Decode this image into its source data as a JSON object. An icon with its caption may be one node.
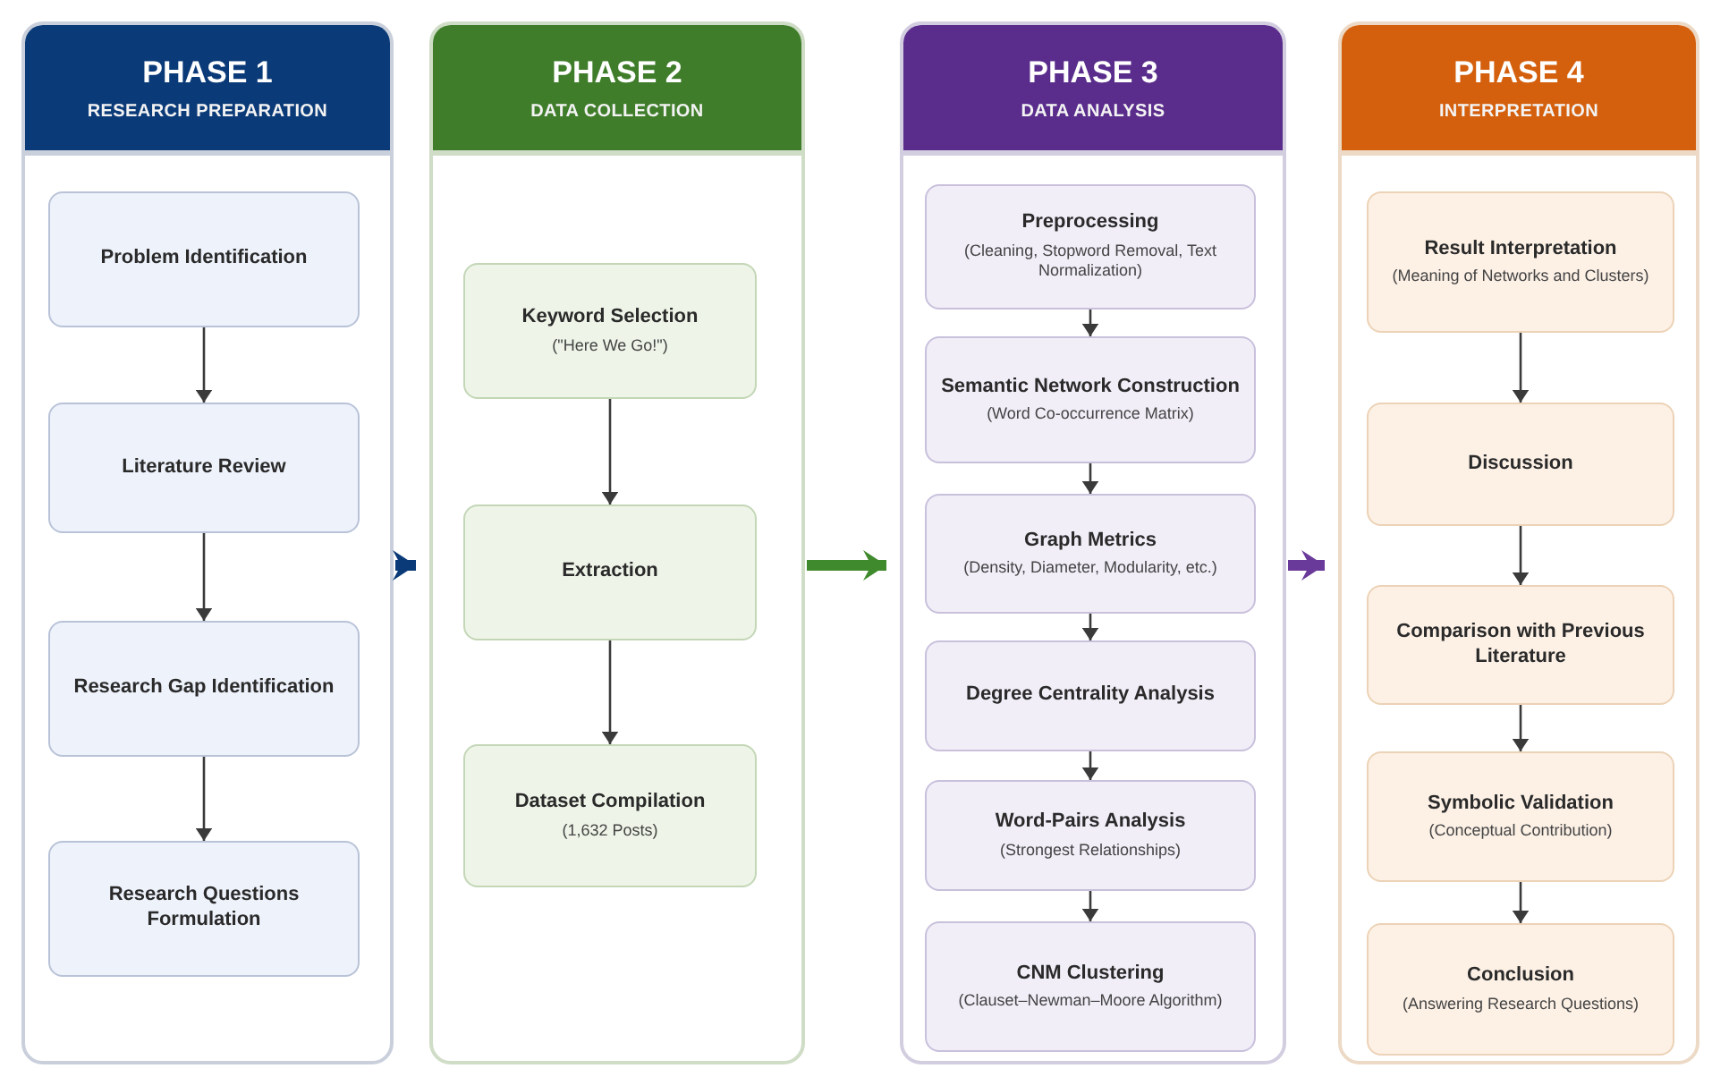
{
  "diagram": {
    "nodes": [
      {
        "text": [
          "PHASE 1",
          "RESEARCH PREPARATION"
        ]
      },
      {
        "text": [
          "Problem Identification"
        ],
        "in": 0
      },
      {
        "text": [
          "Literature Review"
        ],
        "in": 0
      },
      {
        "text": [
          "Research Gap Identification"
        ],
        "in": 0
      },
      {
        "text": [
          "Research Questions Formulation"
        ],
        "in": 0
      },
      {
        "text": [
          "PHASE 2",
          "DATA COLLECTION"
        ]
      },
      {
        "text": [
          "Keyword Selection",
          "(\"Here We Go!\")"
        ],
        "in": 5
      },
      {
        "text": [
          "Extraction"
        ],
        "in": 5
      },
      {
        "text": [
          "Dataset Compilation",
          "(1,632 Posts)"
        ],
        "in": 5
      },
      {
        "text": [
          "PHASE 3",
          "DATA ANALYSIS"
        ]
      },
      {
        "text": [
          "Preprocessing",
          "(Cleaning, Stopword Removal, Text Normalization)"
        ],
        "in": 9
      },
      {
        "text": [
          "Semantic Network Construction",
          "(Word Co-occurrence Matrix)"
        ],
        "in": 9
      },
      {
        "text": [
          "Graph Metrics",
          "(Density, Diameter, Modularity, etc.)"
        ],
        "in": 9
      },
      {
        "text": [
          "Degree Centrality Analysis"
        ],
        "in": 9
      },
      {
        "text": [
          "Word-Pairs Analysis",
          "(Strongest Relationships)"
        ],
        "in": 9
      },
      {
        "text": [
          "CNM Clustering",
          "(Clauset–Newman–Moore Algorithm)"
        ],
        "in": 9
      },
      {
        "text": [
          "PHASE 4",
          "INTERPRETATION"
        ]
      },
      {
        "text": [
          "Result Interpretation",
          "(Meaning of Networks and Clusters)"
        ],
        "in": 16
      },
      {
        "text": [
          "Discussion"
        ],
        "in": 16
      },
      {
        "text": [
          "Comparison with Previous Literature"
        ],
        "in": 16
      },
      {
        "text": [
          "Symbolic Validation",
          "(Conceptual Contribution)"
        ],
        "in": 16
      },
      {
        "text": [
          "Conclusion",
          "(Answering Research Questions)"
        ],
        "in": 16
      }
    ],
    "edges": [
      {
        "from": 1,
        "to": 2,
        "arrow": "to"
      },
      {
        "from": 2,
        "to": 3,
        "arrow": "to"
      },
      {
        "from": 3,
        "to": 4,
        "arrow": "to"
      },
      {
        "from": 6,
        "to": 7,
        "arrow": "to"
      },
      {
        "from": 7,
        "to": 8,
        "arrow": "to"
      },
      {
        "from": 10,
        "to": 11,
        "arrow": "to"
      },
      {
        "from": 11,
        "to": 12,
        "arrow": "to"
      },
      {
        "from": 12,
        "to": 13,
        "arrow": "to"
      },
      {
        "from": 13,
        "to": 14,
        "arrow": "to"
      },
      {
        "from": 14,
        "to": 15,
        "arrow": "to"
      },
      {
        "from": 17,
        "to": 18,
        "arrow": "to"
      },
      {
        "from": 18,
        "to": 19,
        "arrow": "to"
      },
      {
        "from": 19,
        "to": 20,
        "arrow": "to"
      },
      {
        "from": 20,
        "to": 21,
        "arrow": "to"
      },
      {
        "from": 0,
        "to": 5,
        "arrow": "to",
        "style": "thick",
        "color": "#0b3a78"
      },
      {
        "from": 5,
        "to": 9,
        "arrow": "to",
        "style": "thick",
        "color": "#3f8a2c"
      },
      {
        "from": 9,
        "to": 16,
        "arrow": "to",
        "style": "thick",
        "color": "#6a3a9a"
      }
    ]
  }
}
